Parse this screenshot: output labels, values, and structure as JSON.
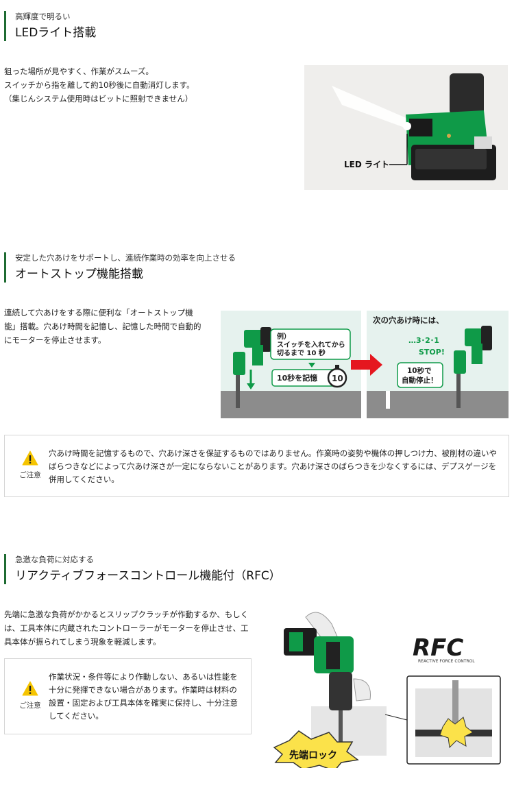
{
  "led": {
    "subtitle": "高輝度で明るい",
    "title": "LEDライト搭載",
    "lines": [
      "狙った場所が見やすく、作業がスムーズ。",
      "スイッチから指を離して約10秒後に自動消灯します。",
      "（集じんシステム使用時はビットに照射できません）"
    ],
    "image_label": "LED ライト"
  },
  "autostop": {
    "subtitle": "安定した穴あけをサポートし、連続作業時の効率を向上させる",
    "title": "オートストップ機能搭載",
    "lines": [
      "連続して穴あけをする際に便利な「オートストップ機",
      "能」搭載。穴あけ時間を記憶し、記憶した時間で自動的",
      "にモーターを停止させます。"
    ],
    "diagram": {
      "ex_label": "例）",
      "ex_line1": "スイッチを入れてから",
      "ex_line2": "切るまで 10 秒",
      "memory_label": "10秒を記憶",
      "timer_value": "10",
      "next_label": "次の穴あけ時には、",
      "countdown": "…3･2･1",
      "stop_label": "STOP!",
      "auto_line1": "10秒で",
      "auto_line2": "自動停止！"
    },
    "note": {
      "icon_label": "ご注意",
      "lines": [
        "穴あけ時間を記憶するもので、穴あけ深さを保証するものではありません。作業時の姿勢や機体の押しつけ力、被削材の違いや",
        "ばらつきなどによって穴あけ深さが一定にならないことがあります。穴あけ深さのばらつきを少なくするには、デプスゲージを",
        "併用してください。"
      ]
    }
  },
  "rfc": {
    "subtitle": "急激な負荷に対応する",
    "title": "リアクティブフォースコントロール機能付（RFC）",
    "lines": [
      "先端に急激な負荷がかかるとスリップクラッチが作動するか、もしく",
      "は、工具本体に内蔵されたコントローラーがモーターを停止させ、工",
      "具本体が振られてしまう現象を軽減します。"
    ],
    "note": {
      "icon_label": "ご注意",
      "lines": [
        "作業状況・条件等により作動しない、あるいは性能を",
        "十分に発揮できない場合があります。作業時は材料の",
        "設置・固定および工具本体を確実に保持し、十分注意",
        "してください。"
      ]
    },
    "logo_text": "RFC",
    "logo_caption": "REACTIVE FORCE CONTROL",
    "burst_label": "先端ロック"
  },
  "colors": {
    "accent": "#1e6b32",
    "tool_green": "#0f9a48",
    "arrow_red": "#e5171f",
    "panel_bg": "#e6f2ee",
    "concrete": "#8c8c8c"
  }
}
